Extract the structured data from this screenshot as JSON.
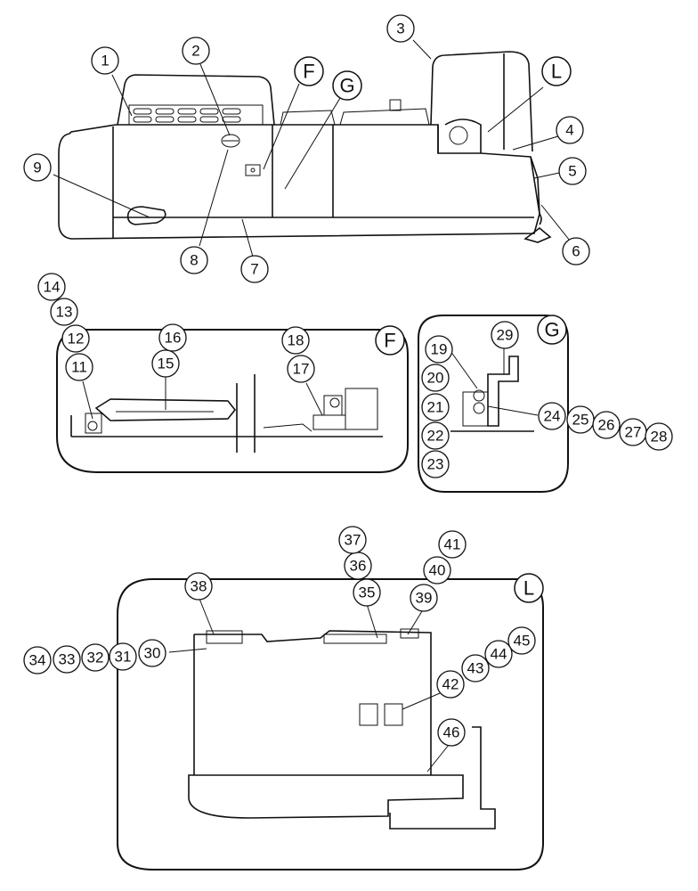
{
  "views": {
    "F": "F",
    "G": "G",
    "L": "L"
  },
  "callouts": [
    "1",
    "2",
    "3",
    "4",
    "5",
    "6",
    "7",
    "8",
    "9",
    "11",
    "12",
    "13",
    "14",
    "15",
    "16",
    "17",
    "18",
    "19",
    "20",
    "21",
    "22",
    "23",
    "24",
    "25",
    "26",
    "27",
    "28",
    "29",
    "30",
    "31",
    "32",
    "33",
    "34",
    "35",
    "36",
    "37",
    "38",
    "39",
    "40",
    "41",
    "42",
    "43",
    "44",
    "45",
    "46"
  ]
}
